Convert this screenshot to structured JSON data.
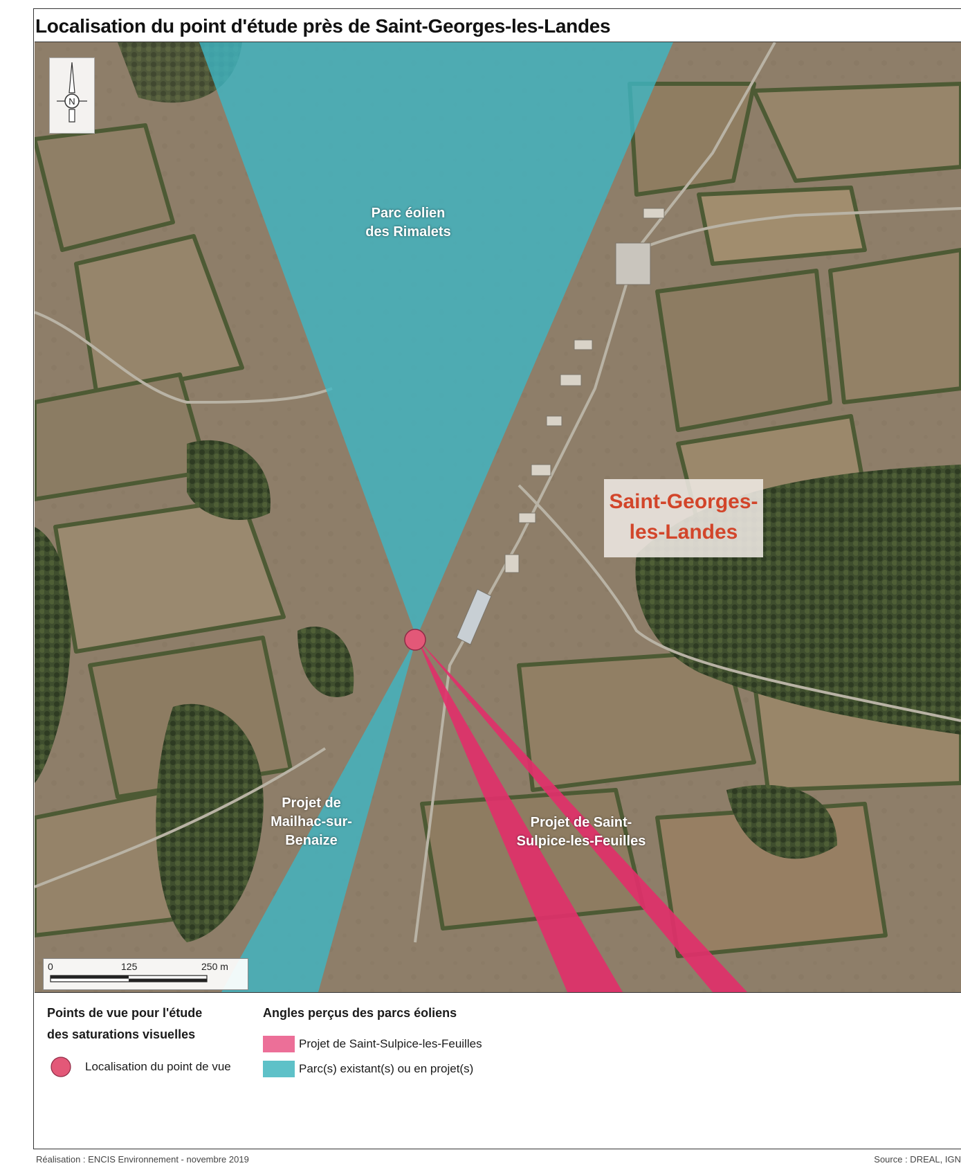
{
  "title": "Localisation du point d'étude près de Saint-Georges-les-Landes",
  "map": {
    "town_label_line1": "Saint-Georges-",
    "town_label_line2": "les-Landes",
    "zone_labels": {
      "rimalets_line1": "Parc éolien",
      "rimalets_line2": "des Rimalets",
      "mailhac_line1": "Projet de",
      "mailhac_line2": "Mailhac-sur-",
      "mailhac_line3": "Benaize",
      "saint_sulpice_line1": "Projet de Saint-",
      "saint_sulpice_line2": "Sulpice-les-Feuilles"
    },
    "north_arrow_letter": "N",
    "scale": {
      "tick_0": "0",
      "tick_mid": "125",
      "tick_end": "250 m"
    }
  },
  "legend": {
    "group1_title_line1": "Points de vue pour l'étude",
    "group1_title_line2": "des saturations visuelles",
    "viewpoint_label": "Localisation du point de vue",
    "group2_title": "Angles perçus des parcs éoliens",
    "pink_label": "Projet de Saint-Sulpice-les-Feuilles",
    "teal_label": "Parc(s) existant(s) ou en projet(s)"
  },
  "colors": {
    "teal_zone": "#3fb7c4",
    "pink_zone": "#e0306a",
    "viewpoint": "#e35878",
    "town_label": "#d2452a",
    "legend_pink": "#ec6f98",
    "legend_teal": "#5ec1c8"
  },
  "credits": {
    "left": "Réalisation : ENCIS Environnement - novembre 2019",
    "right": "Source : DREAL, IGN"
  }
}
